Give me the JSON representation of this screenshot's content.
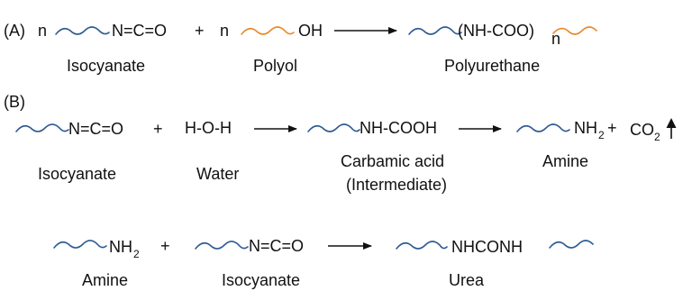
{
  "colors": {
    "ink": "#111111",
    "blue_chain": "#2f5b93",
    "orange_chain": "#e98a2a"
  },
  "part_a": {
    "label": "(A)",
    "coef_isocyanate": "n",
    "isocyanate_group": "N=C=O",
    "plus": "+",
    "coef_polyol": "n",
    "polyol_group": "OH",
    "product_group": "(NH-COO)",
    "product_subscript": "n",
    "isocyanate_label": "Isocyanate",
    "polyol_label": "Polyol",
    "product_label": "Polyurethane"
  },
  "part_b": {
    "label": "(B)",
    "isocyanate_group": "N=C=O",
    "plus1": "+",
    "water_formula": "H-O-H",
    "carbamic_formula": "NH-COOH",
    "amine_base": "NH",
    "amine_sub": "2",
    "plus2": "+",
    "co2_base": "CO",
    "co2_sub": "2",
    "isocyanate_label": "Isocyanate",
    "water_label": "Water",
    "carbamic_label_1": "Carbamic acid",
    "carbamic_label_2": "(Intermediate)",
    "amine_label": "Amine"
  },
  "part_c": {
    "amine_base": "NH",
    "amine_sub": "2",
    "plus": "+",
    "isocyanate_group": "N=C=O",
    "urea_group": "NHCONH",
    "amine_label": "Amine",
    "isocyanate_label": "Isocyanate",
    "urea_label": "Urea"
  }
}
